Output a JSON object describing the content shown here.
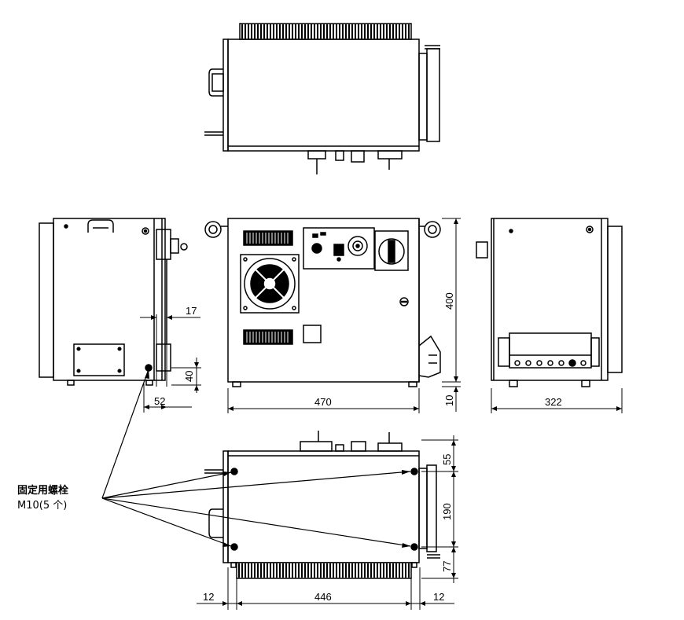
{
  "dimensions": {
    "d17": "17",
    "d40": "40",
    "d52": "52",
    "d470": "470",
    "d400": "400",
    "d10": "10",
    "d322": "322",
    "d55": "55",
    "d190": "190",
    "d77": "77",
    "d446": "446",
    "d12_left": "12",
    "d12_right": "12"
  },
  "callout": {
    "line1": "固定用螺栓",
    "line2": "M10(5 个)"
  }
}
